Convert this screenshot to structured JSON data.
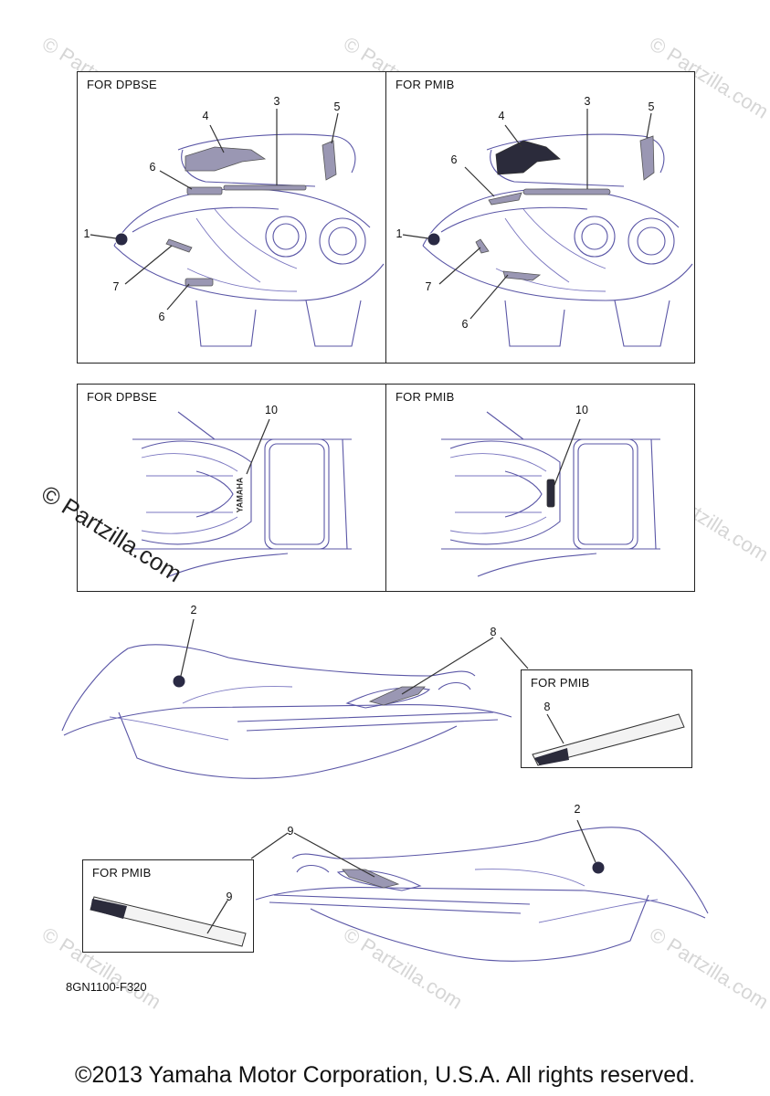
{
  "watermark": {
    "repeat_text": "© Partzilla.com",
    "main_text": "© Partzilla.com"
  },
  "panels": {
    "top_left": {
      "label": "FOR DPBSE",
      "callouts": [
        "4",
        "3",
        "5",
        "6",
        "1",
        "7",
        "6"
      ]
    },
    "top_right": {
      "label": "FOR PMIB",
      "callouts": [
        "4",
        "3",
        "5",
        "6",
        "1",
        "7",
        "6"
      ]
    },
    "mid_left": {
      "label": "FOR DPBSE",
      "callouts": [
        "10"
      ],
      "hood_text": "YAMAHA"
    },
    "mid_right": {
      "label": "FOR PMIB",
      "callouts": [
        "10"
      ]
    },
    "side_left": {
      "callouts": [
        "2",
        "8"
      ]
    },
    "inset_8": {
      "label": "FOR PMIB",
      "callout": "8"
    },
    "side_right": {
      "callouts": [
        "9",
        "2"
      ]
    },
    "inset_9": {
      "label": "FOR PMIB",
      "callout": "9"
    }
  },
  "decal_texts": {
    "yamaha": "YAMAHA"
  },
  "diagram_code": "8GN1100-F320",
  "copyright": "©2013 Yamaha Motor Corporation, U.S.A. All rights reserved."
}
